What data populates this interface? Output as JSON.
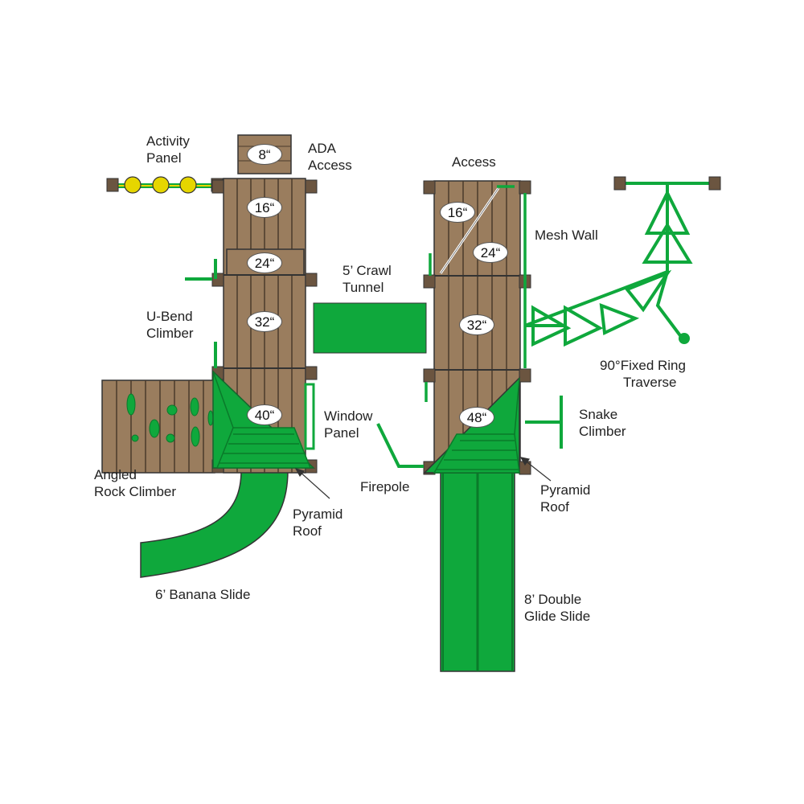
{
  "colors": {
    "wood": "#9a7d5e",
    "wood_line": "#4a3b2c",
    "post": "#6b5540",
    "green": "#0fa83c",
    "green_dark": "#0a7a2a",
    "yellow": "#e6d600",
    "outline": "#333333"
  },
  "labels": {
    "activity_panel_1": "Activity",
    "activity_panel_2": "Panel",
    "ada_access_1": "ADA",
    "ada_access_2": "Access",
    "access": "Access",
    "mesh_wall": "Mesh Wall",
    "crawl_tunnel_1": "5’ Crawl",
    "crawl_tunnel_2": "Tunnel",
    "u_bend_1": "U-Bend",
    "u_bend_2": "Climber",
    "ring_traverse_1": "90°Fixed Ring",
    "ring_traverse_2": "Traverse",
    "window_panel_1": "Window",
    "window_panel_2": "Panel",
    "snake_climber_1": "Snake",
    "snake_climber_2": "Climber",
    "angled_rock_1": "Angled",
    "angled_rock_2": "Rock Climber",
    "firepole": "Firepole",
    "pyramid_roof_left_1": "Pyramid",
    "pyramid_roof_left_2": "Roof",
    "pyramid_roof_right_1": "Pyramid",
    "pyramid_roof_right_2": "Roof",
    "banana_slide": "6’ Banana Slide",
    "double_slide_1": "8’ Double",
    "double_slide_2": "Glide Slide"
  },
  "heights": {
    "ada_8": "8“",
    "left_16": "16“",
    "left_24": "24“",
    "left_32": "32“",
    "left_40": "40“",
    "right_16": "16“",
    "right_24": "24“",
    "right_32": "32“",
    "right_48": "48“"
  }
}
